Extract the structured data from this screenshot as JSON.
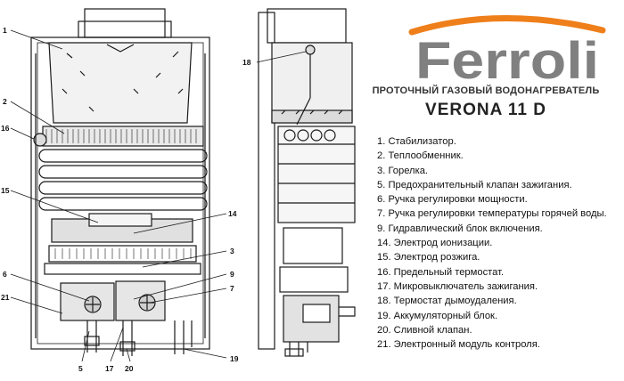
{
  "brand": {
    "name": "Ferroli"
  },
  "header": {
    "subtitle": "ПРОТОЧНЫЙ ГАЗОВЫЙ ВОДОНАГРЕВАТЕЛЬ",
    "model": "VERONA 11 D"
  },
  "legend": [
    {
      "text": "1. Стабилизатор."
    },
    {
      "text": "2. Теплообменник."
    },
    {
      "text": "3. Горелка."
    },
    {
      "text": "5. Предохранительный клапан зажигания."
    },
    {
      "text": "6. Ручка регулировки мощности."
    },
    {
      "text": "7. Ручка регулировки температуры горячей воды."
    },
    {
      "text": "9. Гидравлический блок включения."
    },
    {
      "text": "14. Электрод ионизации."
    },
    {
      "text": "15. Электрод розжига."
    },
    {
      "text": "16. Предельный термостат."
    },
    {
      "text": "17. Микровыключатель зажигания."
    },
    {
      "text": "18. Термостат дымоудаления."
    },
    {
      "text": "19. Аккумуляторный блок."
    },
    {
      "text": "20. Сливной клапан."
    },
    {
      "text": "21. Электронный модуль контроля."
    }
  ],
  "callouts": [
    "1",
    "2",
    "16",
    "15",
    "14",
    "3",
    "6",
    "9",
    "7",
    "21",
    "5",
    "17",
    "20",
    "19",
    "18"
  ],
  "colors": {
    "brand_orange": "#ef7f1a",
    "brand_gray": "#808080",
    "line": "#1a1a1a"
  }
}
